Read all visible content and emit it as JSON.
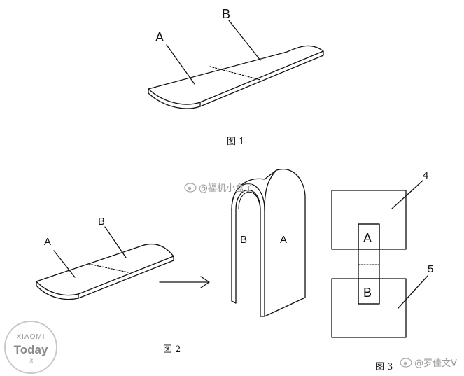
{
  "figure1": {
    "label_a": "A",
    "label_b": "B",
    "caption": "图 1"
  },
  "figure2": {
    "flat_label_a": "A",
    "flat_label_b": "B",
    "folded_label_b": "B",
    "folded_label_a": "A",
    "caption": "图 2"
  },
  "figure3": {
    "label_4": "4",
    "label_5": "5",
    "label_a": "A",
    "label_b": "B",
    "caption": "图 3"
  },
  "watermarks": {
    "weibo_top": "@福机小盒子",
    "weibo_bottom": "@罗佳文V",
    "logo_line1": "XIAOMI",
    "logo_line2": "Today",
    "logo_line3": ".it"
  }
}
